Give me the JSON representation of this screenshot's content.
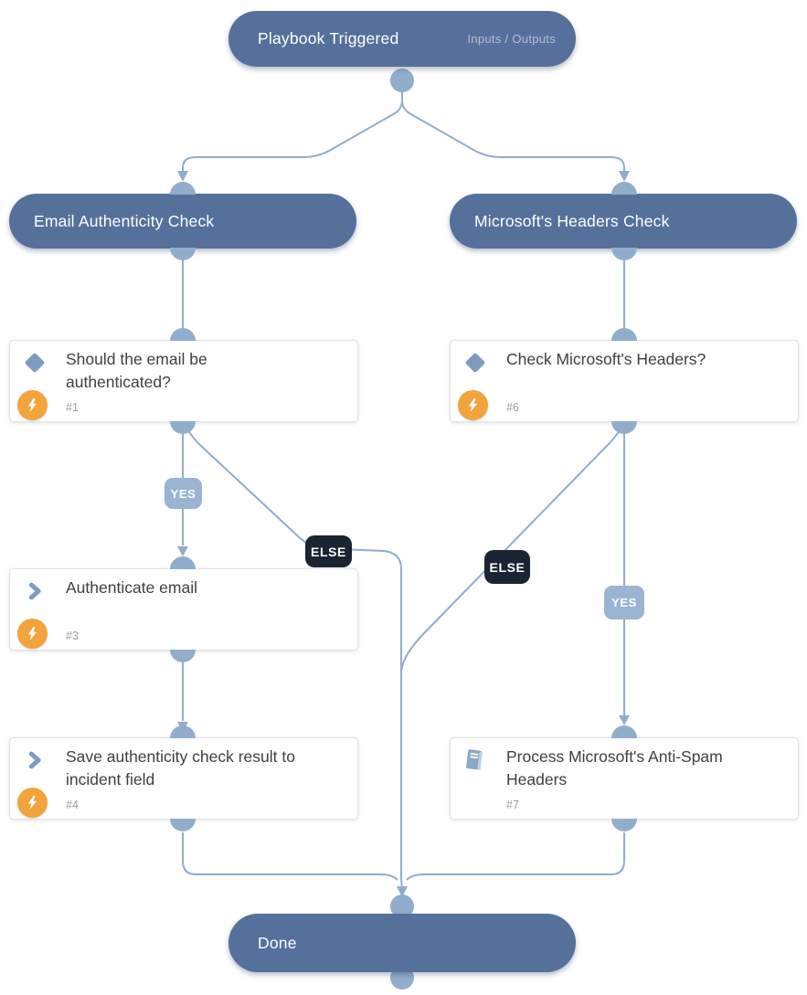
{
  "trigger": {
    "title": "Playbook Triggered",
    "link": "Inputs / Outputs"
  },
  "sections": [
    {
      "title": "Email Authenticity Check"
    },
    {
      "title": "Microsoft's Headers Check"
    }
  ],
  "tasks": [
    {
      "id": "#1",
      "title": "Should the email be authenticated?",
      "kind": "condition",
      "has_automation": true
    },
    {
      "id": "#6",
      "title": "Check Microsoft's Headers?",
      "kind": "condition",
      "has_automation": true
    },
    {
      "id": "#3",
      "title": "Authenticate email",
      "kind": "action",
      "has_automation": true
    },
    {
      "id": "#4",
      "title": "Save authenticity check result to incident field",
      "kind": "action",
      "has_automation": true
    },
    {
      "id": "#7",
      "title": "Process Microsoft's Anti-Spam Headers",
      "kind": "sub-playbook",
      "has_automation": false
    }
  ],
  "edge_labels": {
    "yes": "YES",
    "else": "ELSE"
  },
  "done": {
    "title": "Done"
  },
  "colors": {
    "node_pill": "#55709a",
    "connector": "#91adcc",
    "yes_label_bg": "#9ab4d2",
    "else_label_bg": "#1b2433",
    "automation_icon_bg": "#f2a33c",
    "task_icon": "#7e9cc0",
    "card_title_text": "#3f3f3f",
    "card_id_text": "#9c9c9c"
  }
}
